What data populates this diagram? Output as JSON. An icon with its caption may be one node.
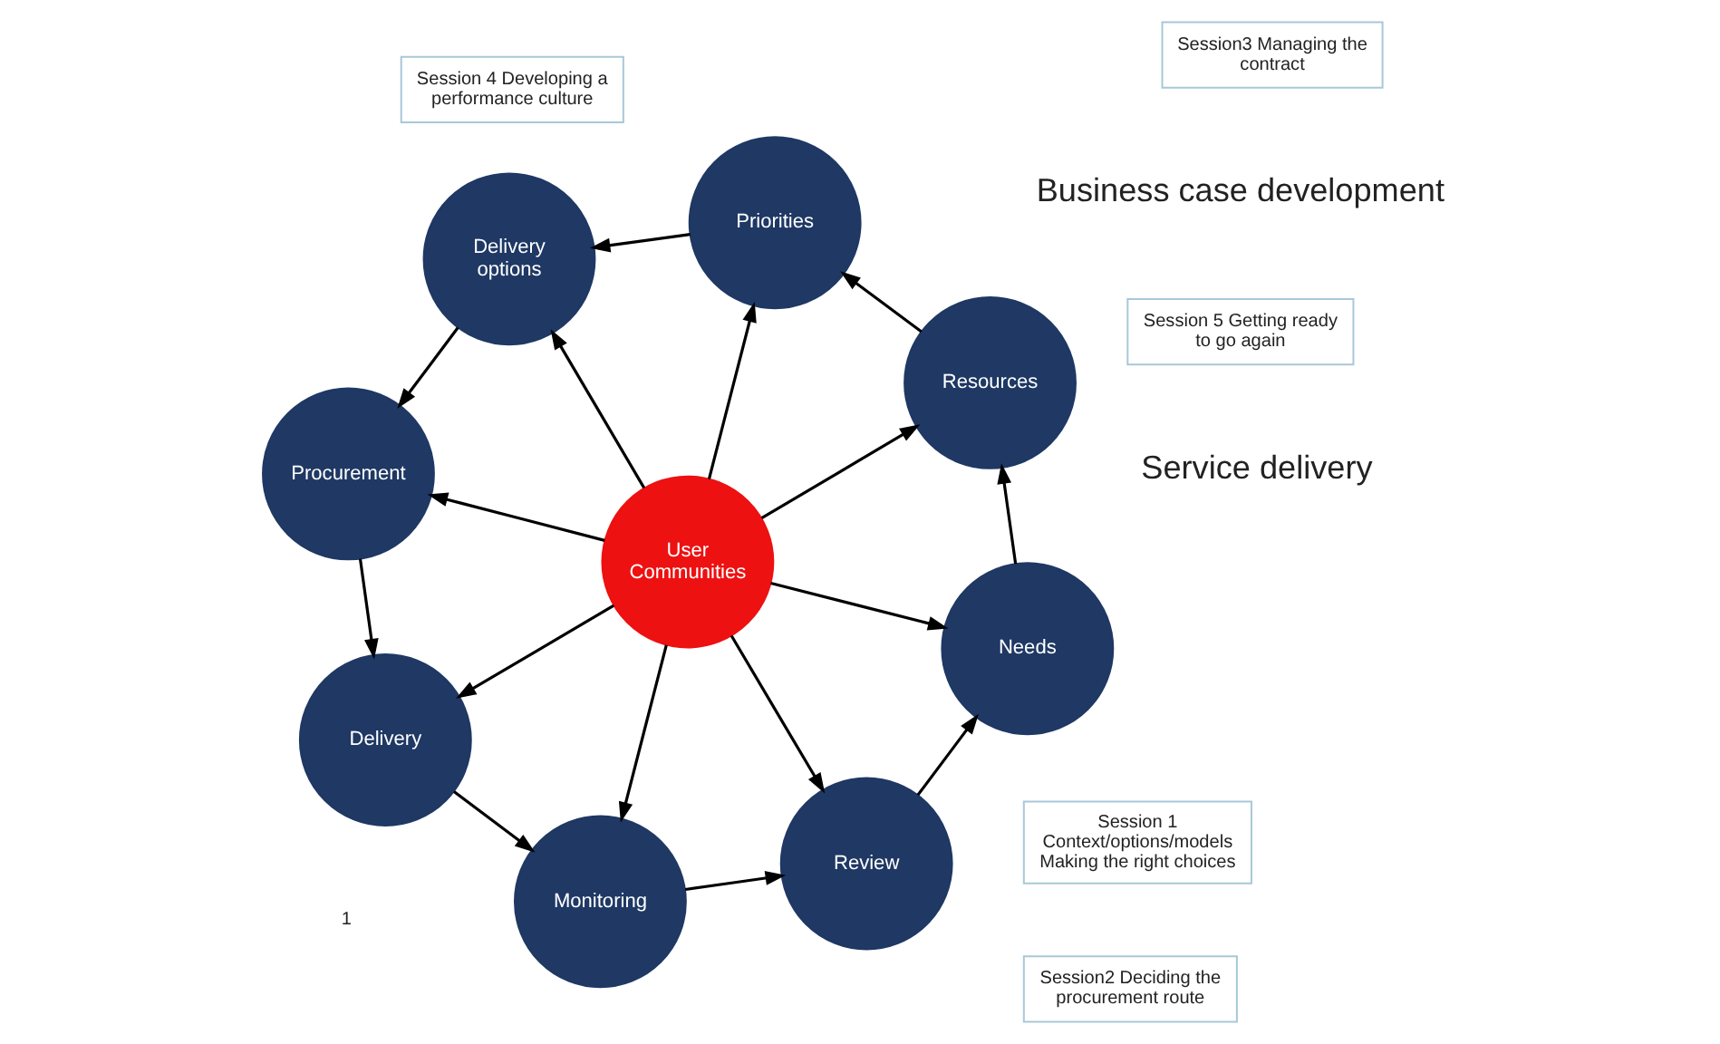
{
  "diagram": {
    "nodes": [
      {
        "text": [
          "User Communities"
        ]
      },
      {
        "text": [
          "Needs"
        ]
      },
      {
        "text": [
          "Resources"
        ]
      },
      {
        "text": [
          "Priorities"
        ]
      },
      {
        "text": [
          "Delivery options"
        ]
      },
      {
        "text": [
          "Procurement"
        ]
      },
      {
        "text": [
          "Delivery"
        ]
      },
      {
        "text": [
          "Monitoring"
        ]
      },
      {
        "text": [
          "Review"
        ]
      },
      {
        "text": [
          "Session 5 Getting ready to go again"
        ]
      },
      {
        "text": [
          "Session 4 Developing a performance culture"
        ]
      },
      {
        "text": [
          "Session 1 Context/options/models Making the right choices"
        ]
      },
      {
        "text": [
          "Session3 Managing the contract"
        ]
      },
      {
        "text": [
          "Session2 Deciding the procurement route"
        ]
      }
    ],
    "edges": [
      {
        "from": 0,
        "to": 1,
        "arrow": "to"
      },
      {
        "from": 0,
        "to": 2,
        "arrow": "to"
      },
      {
        "from": 0,
        "to": 3,
        "arrow": "to"
      },
      {
        "from": 0,
        "to": 4,
        "arrow": "to"
      },
      {
        "from": 0,
        "to": 5,
        "arrow": "to"
      },
      {
        "from": 0,
        "to": 6,
        "arrow": "to"
      },
      {
        "from": 0,
        "to": 7,
        "arrow": "to"
      },
      {
        "from": 0,
        "to": 8,
        "arrow": "to"
      },
      {
        "from": 1,
        "to": 2,
        "arrow": "to"
      },
      {
        "from": 2,
        "to": 3,
        "arrow": "to"
      },
      {
        "from": 3,
        "to": 4,
        "arrow": "to"
      },
      {
        "from": 4,
        "to": 5,
        "arrow": "to"
      },
      {
        "from": 5,
        "to": 6,
        "arrow": "to"
      },
      {
        "from": 6,
        "to": 7,
        "arrow": "to"
      },
      {
        "from": 7,
        "to": 8,
        "arrow": "to"
      },
      {
        "from": 8,
        "to": 1,
        "arrow": "to"
      }
    ],
    "labels": [
      "Service delivery",
      "Business case development",
      "1"
    ]
  }
}
